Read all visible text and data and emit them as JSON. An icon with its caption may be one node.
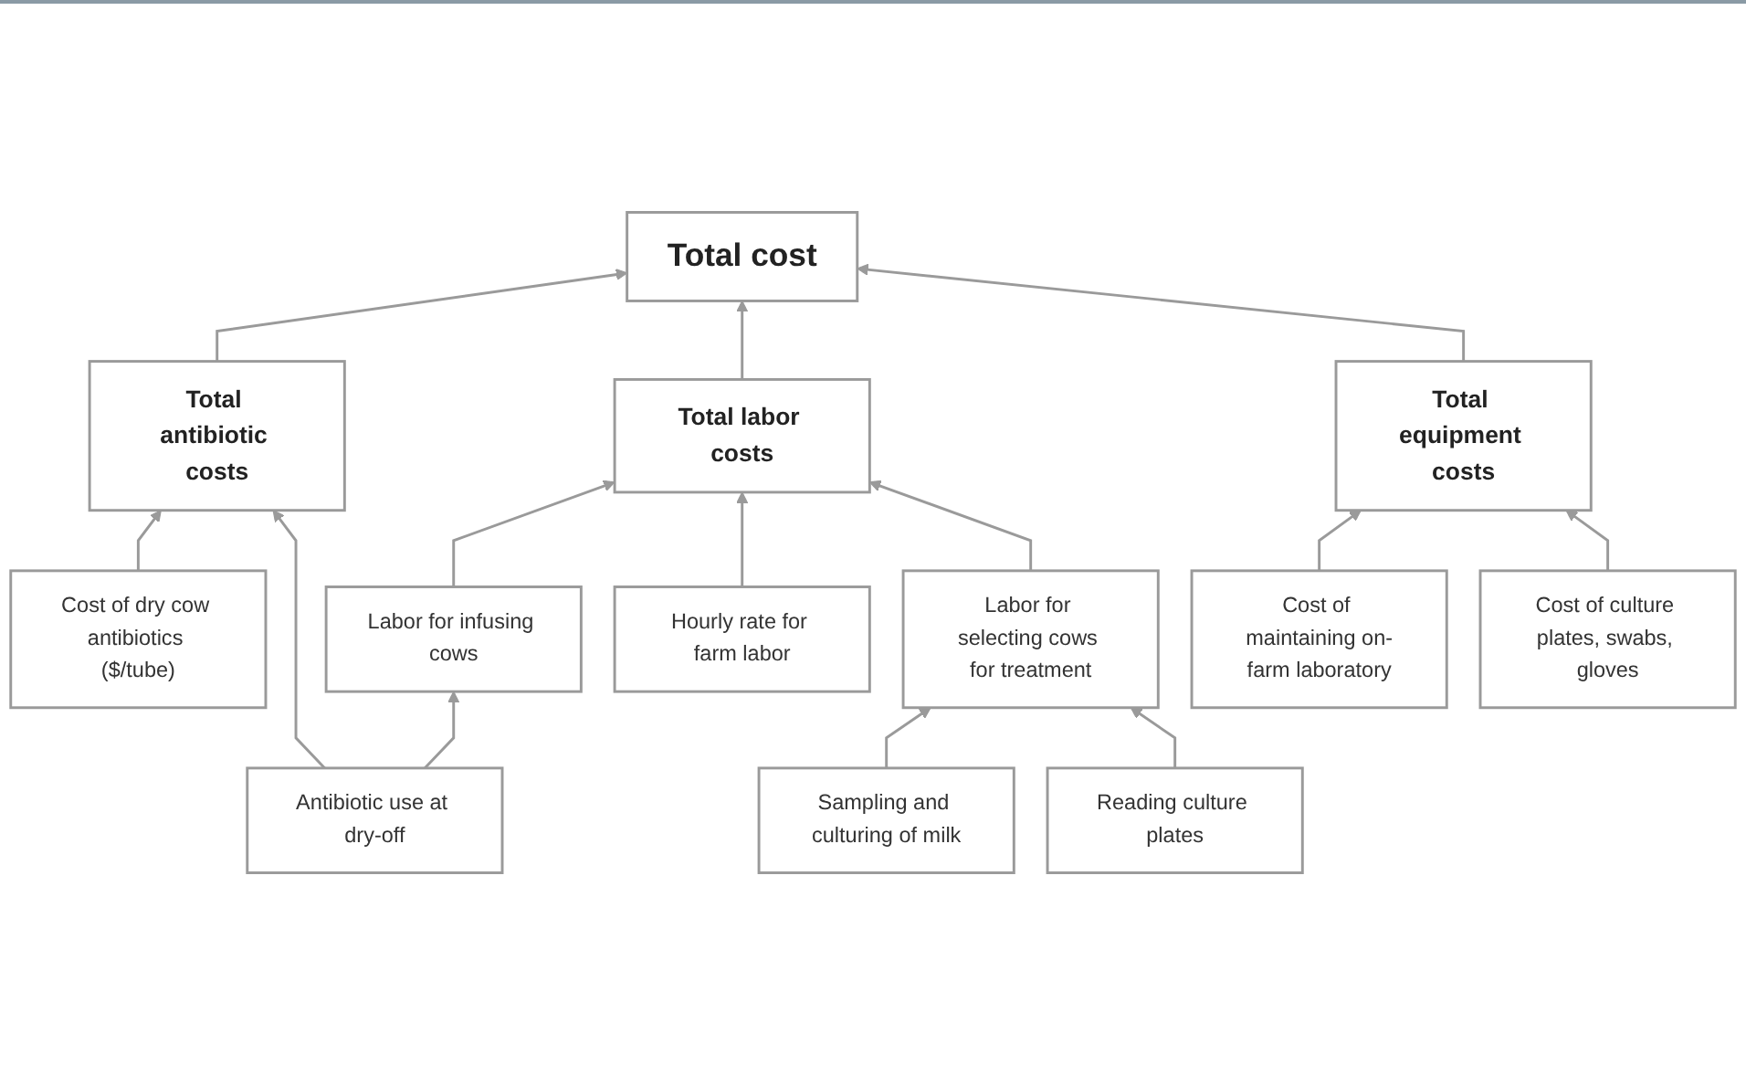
{
  "diagram": {
    "nodes": [
      {
        "text": [
          "Total cost"
        ]
      },
      {
        "text": [
          "Total antibiotic costs"
        ]
      },
      {
        "text": [
          "Total labor costs"
        ]
      },
      {
        "text": [
          "Total equipment costs"
        ]
      },
      {
        "text": [
          "Cost of dry cow antibiotics ($/tube)"
        ]
      },
      {
        "text": [
          "Antibiotic use at dry-off"
        ]
      },
      {
        "text": [
          "Labor for infusing cows"
        ]
      },
      {
        "text": [
          "Hourly rate for farm labor"
        ]
      },
      {
        "text": [
          "Labor for selecting cows for treatment"
        ]
      },
      {
        "text": [
          "Cost of maintaining on-farm laboratory"
        ]
      },
      {
        "text": [
          "Cost of culture plates, swabs, gloves"
        ]
      },
      {
        "text": [
          "Sampling and culturing of milk"
        ]
      },
      {
        "text": [
          "Reading culture plates"
        ]
      }
    ],
    "edges": [
      {
        "from": 1,
        "to": 0,
        "arrow": "to"
      },
      {
        "from": 2,
        "to": 0,
        "arrow": "to"
      },
      {
        "from": 3,
        "to": 0,
        "arrow": "to"
      },
      {
        "from": 4,
        "to": 1,
        "arrow": "to"
      },
      {
        "from": 5,
        "to": 1,
        "arrow": "to"
      },
      {
        "from": 5,
        "to": 6,
        "arrow": "to"
      },
      {
        "from": 6,
        "to": 2,
        "arrow": "to"
      },
      {
        "from": 7,
        "to": 2,
        "arrow": "to"
      },
      {
        "from": 8,
        "to": 2,
        "arrow": "to"
      },
      {
        "from": 9,
        "to": 3,
        "arrow": "to"
      },
      {
        "from": 10,
        "to": 3,
        "arrow": "to"
      },
      {
        "from": 11,
        "to": 8,
        "arrow": "to"
      },
      {
        "from": 12,
        "to": 8,
        "arrow": "to"
      }
    ]
  }
}
